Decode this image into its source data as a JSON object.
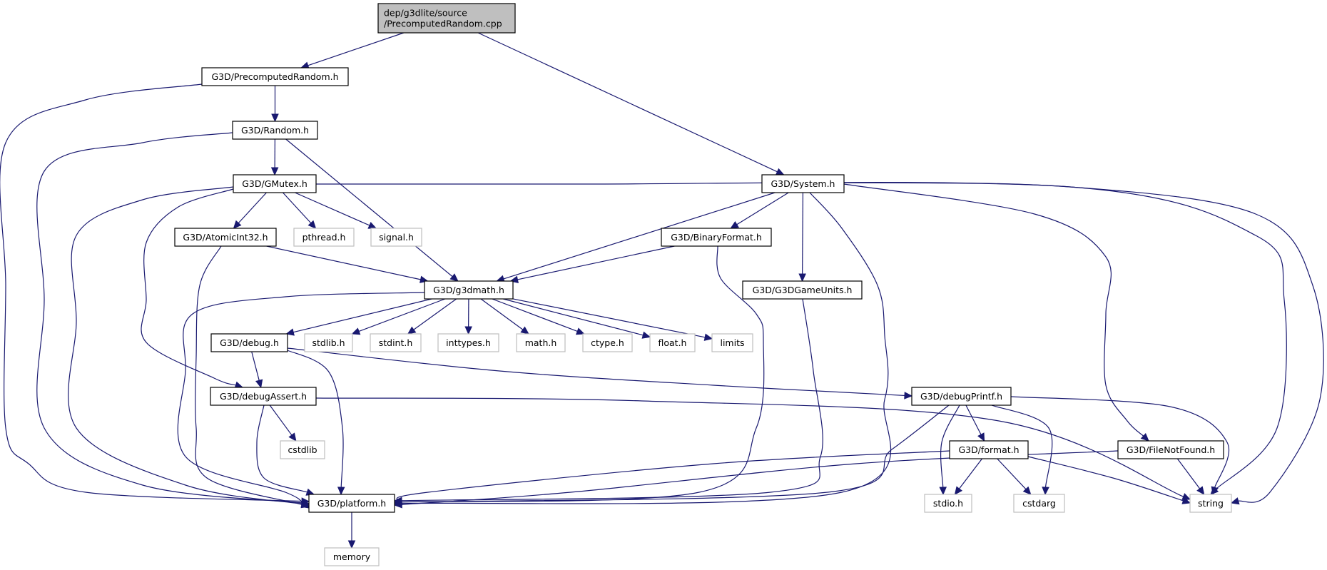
{
  "diagram": {
    "type": "include-dependency-graph",
    "edge_color": "#191970",
    "root_fill": "#bfbfbf",
    "local_border": "#000000",
    "system_border": "#bfbfbf",
    "nodes": [
      {
        "id": "root",
        "kind": "root",
        "lines": [
          "dep/g3dlite/source",
          "/PrecomputedRandom.cpp"
        ]
      },
      {
        "id": "precomputed_random_h",
        "kind": "local",
        "lines": [
          "G3D/PrecomputedRandom.h"
        ]
      },
      {
        "id": "random_h",
        "kind": "local",
        "lines": [
          "G3D/Random.h"
        ]
      },
      {
        "id": "gmutex_h",
        "kind": "local",
        "lines": [
          "G3D/GMutex.h"
        ]
      },
      {
        "id": "atomicint32_h",
        "kind": "local",
        "lines": [
          "G3D/AtomicInt32.h"
        ]
      },
      {
        "id": "pthread_h",
        "kind": "system",
        "lines": [
          "pthread.h"
        ]
      },
      {
        "id": "signal_h",
        "kind": "system",
        "lines": [
          "signal.h"
        ]
      },
      {
        "id": "system_h",
        "kind": "local",
        "lines": [
          "G3D/System.h"
        ]
      },
      {
        "id": "binaryformat_h",
        "kind": "local",
        "lines": [
          "G3D/BinaryFormat.h"
        ]
      },
      {
        "id": "g3dgameunits_h",
        "kind": "local",
        "lines": [
          "G3D/G3DGameUnits.h"
        ]
      },
      {
        "id": "g3dmath_h",
        "kind": "local",
        "lines": [
          "G3D/g3dmath.h"
        ]
      },
      {
        "id": "debug_h",
        "kind": "local",
        "lines": [
          "G3D/debug.h"
        ]
      },
      {
        "id": "stdlib_h",
        "kind": "system",
        "lines": [
          "stdlib.h"
        ]
      },
      {
        "id": "stdint_h",
        "kind": "system",
        "lines": [
          "stdint.h"
        ]
      },
      {
        "id": "inttypes_h",
        "kind": "system",
        "lines": [
          "inttypes.h"
        ]
      },
      {
        "id": "math_h",
        "kind": "system",
        "lines": [
          "math.h"
        ]
      },
      {
        "id": "ctype_h",
        "kind": "system",
        "lines": [
          "ctype.h"
        ]
      },
      {
        "id": "float_h",
        "kind": "system",
        "lines": [
          "float.h"
        ]
      },
      {
        "id": "limits",
        "kind": "system",
        "lines": [
          "limits"
        ]
      },
      {
        "id": "debugassert_h",
        "kind": "local",
        "lines": [
          "G3D/debugAssert.h"
        ]
      },
      {
        "id": "cstdlib",
        "kind": "system",
        "lines": [
          "cstdlib"
        ]
      },
      {
        "id": "debugprintf_h",
        "kind": "local",
        "lines": [
          "G3D/debugPrintf.h"
        ]
      },
      {
        "id": "format_h",
        "kind": "local",
        "lines": [
          "G3D/format.h"
        ]
      },
      {
        "id": "filenotfound_h",
        "kind": "local",
        "lines": [
          "G3D/FileNotFound.h"
        ]
      },
      {
        "id": "platform_h",
        "kind": "local",
        "lines": [
          "G3D/platform.h"
        ]
      },
      {
        "id": "stdio_h",
        "kind": "system",
        "lines": [
          "stdio.h"
        ]
      },
      {
        "id": "cstdarg",
        "kind": "system",
        "lines": [
          "cstdarg"
        ]
      },
      {
        "id": "string",
        "kind": "system",
        "lines": [
          "string"
        ]
      },
      {
        "id": "memory",
        "kind": "system",
        "lines": [
          "memory"
        ]
      }
    ],
    "edges": [
      [
        "root",
        "precomputed_random_h"
      ],
      [
        "root",
        "system_h"
      ],
      [
        "precomputed_random_h",
        "random_h"
      ],
      [
        "precomputed_random_h",
        "platform_h"
      ],
      [
        "random_h",
        "gmutex_h"
      ],
      [
        "random_h",
        "g3dmath_h"
      ],
      [
        "random_h",
        "platform_h"
      ],
      [
        "gmutex_h",
        "atomicint32_h"
      ],
      [
        "gmutex_h",
        "pthread_h"
      ],
      [
        "gmutex_h",
        "signal_h"
      ],
      [
        "gmutex_h",
        "platform_h"
      ],
      [
        "gmutex_h",
        "debugassert_h"
      ],
      [
        "gmutex_h",
        "string"
      ],
      [
        "atomicint32_h",
        "g3dmath_h"
      ],
      [
        "atomicint32_h",
        "platform_h"
      ],
      [
        "system_h",
        "g3dmath_h"
      ],
      [
        "system_h",
        "binaryformat_h"
      ],
      [
        "system_h",
        "g3dgameunits_h"
      ],
      [
        "system_h",
        "platform_h"
      ],
      [
        "system_h",
        "filenotfound_h"
      ],
      [
        "system_h",
        "string"
      ],
      [
        "binaryformat_h",
        "g3dmath_h"
      ],
      [
        "binaryformat_h",
        "platform_h"
      ],
      [
        "g3dgameunits_h",
        "platform_h"
      ],
      [
        "g3dmath_h",
        "debug_h"
      ],
      [
        "g3dmath_h",
        "stdlib_h"
      ],
      [
        "g3dmath_h",
        "stdint_h"
      ],
      [
        "g3dmath_h",
        "inttypes_h"
      ],
      [
        "g3dmath_h",
        "math_h"
      ],
      [
        "g3dmath_h",
        "ctype_h"
      ],
      [
        "g3dmath_h",
        "float_h"
      ],
      [
        "g3dmath_h",
        "limits"
      ],
      [
        "g3dmath_h",
        "platform_h"
      ],
      [
        "debug_h",
        "debugassert_h"
      ],
      [
        "debug_h",
        "platform_h"
      ],
      [
        "debug_h",
        "debugprintf_h"
      ],
      [
        "debugassert_h",
        "cstdlib"
      ],
      [
        "debugassert_h",
        "platform_h"
      ],
      [
        "debugassert_h",
        "string"
      ],
      [
        "debugprintf_h",
        "platform_h"
      ],
      [
        "debugprintf_h",
        "format_h"
      ],
      [
        "debugprintf_h",
        "stdio_h"
      ],
      [
        "debugprintf_h",
        "cstdarg"
      ],
      [
        "debugprintf_h",
        "string"
      ],
      [
        "format_h",
        "platform_h"
      ],
      [
        "format_h",
        "stdio_h"
      ],
      [
        "format_h",
        "cstdarg"
      ],
      [
        "format_h",
        "string"
      ],
      [
        "filenotfound_h",
        "platform_h"
      ],
      [
        "filenotfound_h",
        "string"
      ],
      [
        "platform_h",
        "memory"
      ]
    ]
  }
}
